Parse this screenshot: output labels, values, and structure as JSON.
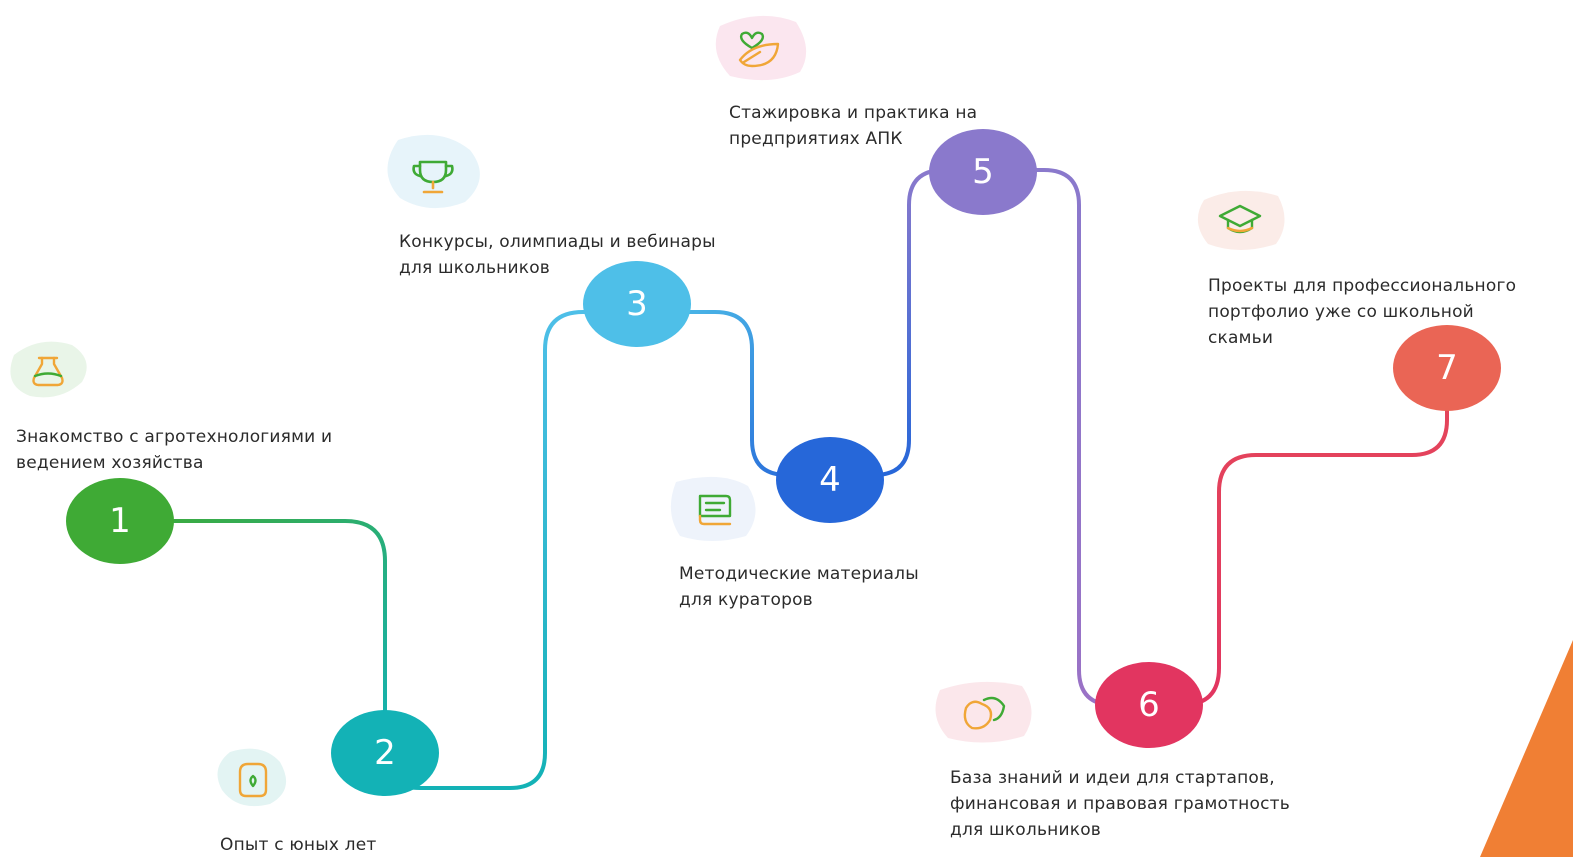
{
  "steps": [
    {
      "number": "1",
      "color": "#3faa35",
      "icon": "flask-icon",
      "text": "Знакомство с агротехнологиями и\nведением хозяйства"
    },
    {
      "number": "2",
      "color": "#13b2b6",
      "icon": "sprout-pot-icon",
      "text": "Опыт с юных лет"
    },
    {
      "number": "3",
      "color": "#4ebfe8",
      "icon": "trophy-icon",
      "text": "Конкурсы, олимпиады и вебинары\nдля школьников"
    },
    {
      "number": "4",
      "color": "#2667d9",
      "icon": "book-icon",
      "text": "Методические материалы\nдля кураторов"
    },
    {
      "number": "5",
      "color": "#8a79cc",
      "icon": "leaf-heart-icon",
      "text": "Стажировка и практика на\nпредприятиях АПК"
    },
    {
      "number": "6",
      "color": "#e23560",
      "icon": "ideas-icon",
      "text": "База знаний и идеи для стартапов,\nфинансовая и правовая грамотность\nдля школьников"
    },
    {
      "number": "7",
      "color": "#ea6555",
      "icon": "graduation-cap-icon",
      "text": "Проекты для профессионального\nпортфолио уже со школьной\nскамьи"
    }
  ]
}
